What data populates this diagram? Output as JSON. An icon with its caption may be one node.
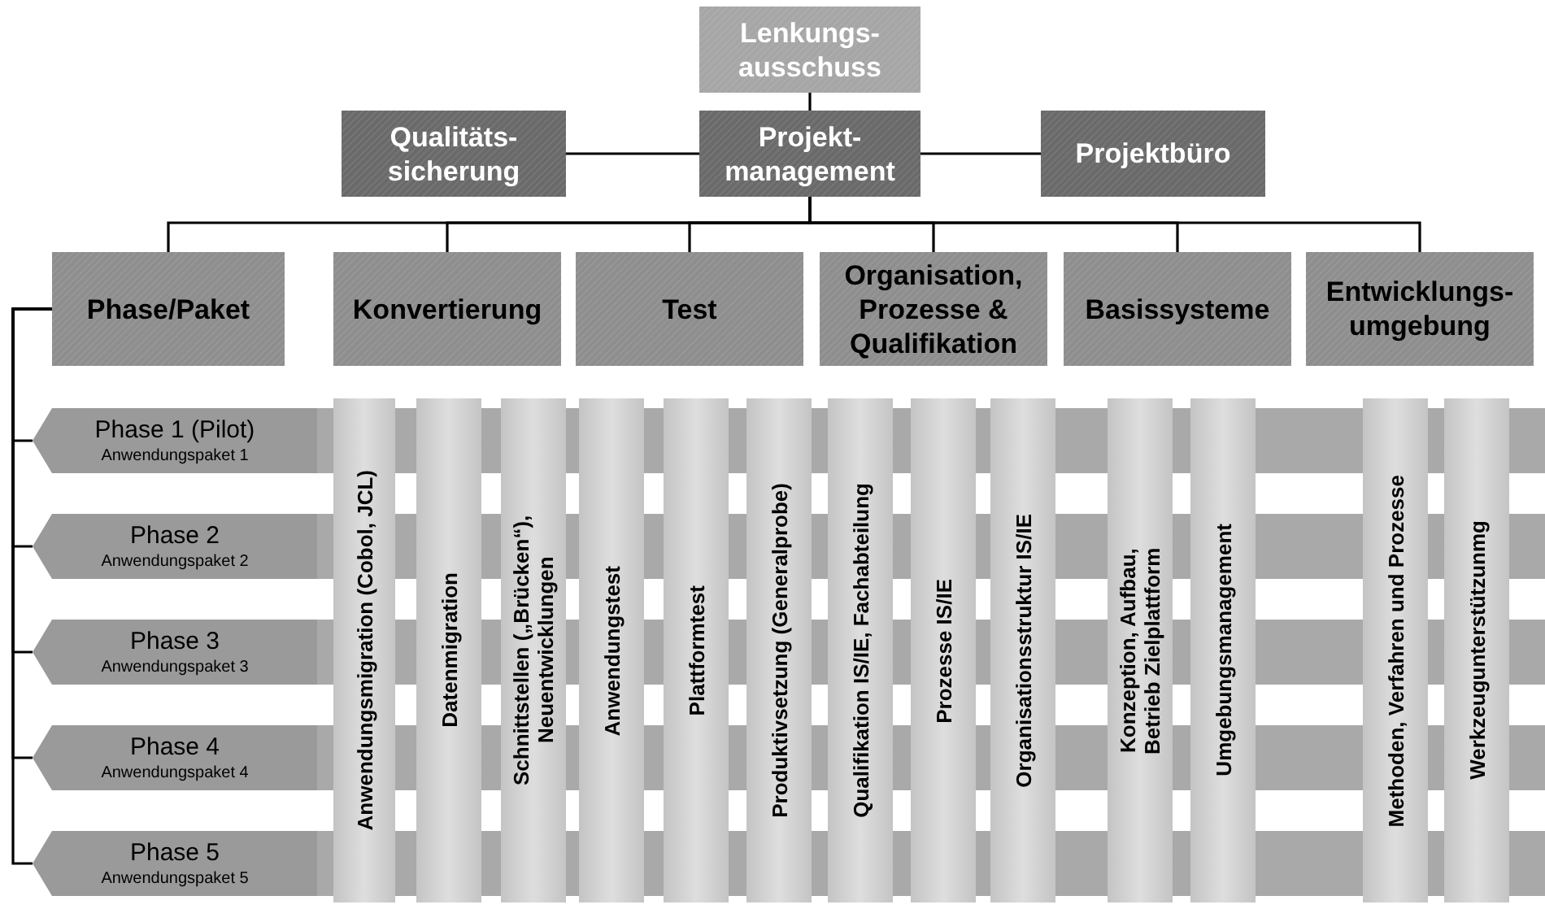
{
  "diagram": {
    "nodes": [
      {
        "text": [
          "Lenkungs- ausschuss"
        ]
      },
      {
        "text": [
          "Qualitäts- sicherung"
        ]
      },
      {
        "text": [
          "Projekt- management"
        ]
      },
      {
        "text": [
          "Projektbüro"
        ]
      },
      {
        "text": [
          "Phase/Paket"
        ]
      },
      {
        "text": [
          "Konvertierung"
        ]
      },
      {
        "text": [
          "Test"
        ]
      },
      {
        "text": [
          "Organisation, Prozesse & Qualifikation"
        ]
      },
      {
        "text": [
          "Basissysteme"
        ]
      },
      {
        "text": [
          "Entwicklungs- umgebung"
        ]
      },
      {
        "text": [
          "Phase 1 (Pilot)",
          "Anwendungspaket 1"
        ]
      },
      {
        "text": [
          "Phase 2",
          "Anwendungspaket 2"
        ]
      },
      {
        "text": [
          "Phase 3",
          "Anwendungspaket 3"
        ]
      },
      {
        "text": [
          "Phase 4",
          "Anwendungspaket 4"
        ]
      },
      {
        "text": [
          "Phase 5",
          "Anwendungspaket 5"
        ]
      },
      {
        "text": [
          "Anwendungsmigration (Cobol, JCL)"
        ]
      },
      {
        "text": [
          "Datenmigration"
        ]
      },
      {
        "text": [
          "Schnittstellen („Brücken“), Neuentwicklungen"
        ]
      },
      {
        "text": [
          "Anwendungstest"
        ]
      },
      {
        "text": [
          "Plattformtest"
        ]
      },
      {
        "text": [
          "Produktivsetzung (Generalprobe)"
        ]
      },
      {
        "text": [
          "Qualifikation IS/IE, Fachabteilung"
        ]
      },
      {
        "text": [
          "Prozesse IS/IE"
        ]
      },
      {
        "text": [
          "Organisationsstruktur IS/IE"
        ]
      },
      {
        "text": [
          "Konzeption, Aufbau, Betrieb Zielplattform"
        ]
      },
      {
        "text": [
          "Umgebungsmanagement"
        ]
      },
      {
        "text": [
          "Methoden, Verfahren und Prozesse"
        ]
      },
      {
        "text": [
          "Werkzeugunterstützunmg"
        ]
      }
    ],
    "edges": [
      {
        "from": 0,
        "to": 2,
        "arrow": "none"
      },
      {
        "from": 1,
        "to": 2,
        "arrow": "none"
      },
      {
        "from": 2,
        "to": 3,
        "arrow": "none"
      },
      {
        "from": 2,
        "to": 4,
        "arrow": "none"
      },
      {
        "from": 2,
        "to": 5,
        "arrow": "none"
      },
      {
        "from": 2,
        "to": 6,
        "arrow": "none"
      },
      {
        "from": 2,
        "to": 7,
        "arrow": "none"
      },
      {
        "from": 2,
        "to": 8,
        "arrow": "none"
      },
      {
        "from": 2,
        "to": 9,
        "arrow": "none"
      },
      {
        "from": 4,
        "to": 10,
        "arrow": "none"
      },
      {
        "from": 4,
        "to": 11,
        "arrow": "none"
      },
      {
        "from": 4,
        "to": 12,
        "arrow": "none"
      },
      {
        "from": 4,
        "to": 13,
        "arrow": "none"
      },
      {
        "from": 4,
        "to": 14,
        "arrow": "none"
      }
    ]
  }
}
